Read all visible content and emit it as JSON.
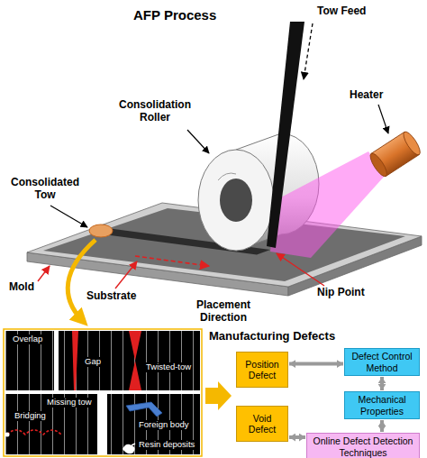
{
  "diagram": {
    "nodes": [
      {
        "text": [
          "Position Defect"
        ]
      },
      {
        "text": [
          "Void Defect"
        ]
      },
      {
        "text": [
          "Defect Control Method"
        ]
      },
      {
        "text": [
          "Mechanical Properties"
        ]
      },
      {
        "text": [
          "Online Defect Detection Techniques"
        ]
      }
    ],
    "edges": [
      {
        "from": 0,
        "to": 2,
        "arrow": "both"
      },
      {
        "from": 2,
        "to": 3,
        "arrow": "both"
      },
      {
        "from": 3,
        "to": 4,
        "arrow": "both"
      },
      {
        "from": 4,
        "to": 1,
        "arrow": "both"
      }
    ],
    "labels": [
      "AFP Process",
      "Tow Feed",
      "Consolidation Roller",
      "Heater",
      "Consolidated Tow",
      "Mold",
      "Substrate",
      "Nip Point",
      "Placement Direction",
      "Overlap",
      "Gap",
      "Twisted-tow",
      "Missing tow",
      "Bridging",
      "Foreign body",
      "Resin deposits",
      "Manufacturing Defects"
    ]
  }
}
